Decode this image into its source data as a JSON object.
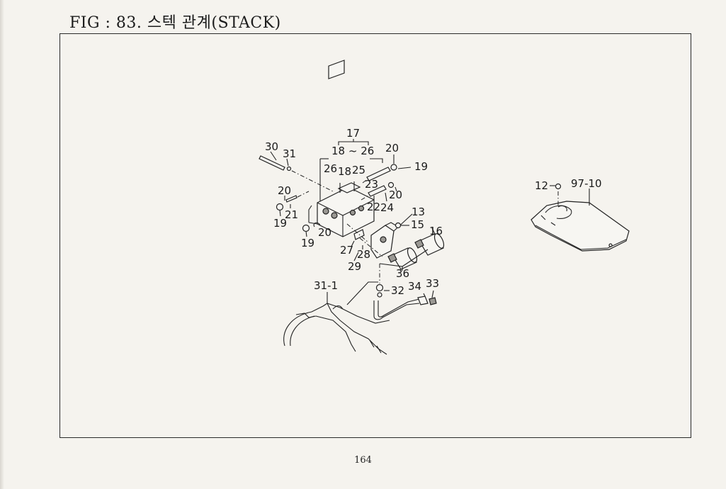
{
  "figure": {
    "title": "FIG : 83. 스텍 관계(STACK)",
    "page_number": "164"
  },
  "callouts": {
    "c17": "17",
    "c18_26": "18 ~ 26",
    "c30": "30",
    "c31a": "31",
    "c26": "26",
    "c18": "18",
    "c25": "25",
    "c20a": "20",
    "c19a": "19",
    "c23": "23",
    "c20b": "20",
    "c22": "22",
    "c24": "24",
    "c20c": "20",
    "c21": "21",
    "c19b": "19",
    "c20d": "20",
    "c19c": "19",
    "c13": "13",
    "c15": "15",
    "c16": "16",
    "c27": "27",
    "c28": "28",
    "c29": "29",
    "c36": "36",
    "c31_1": "31-1",
    "c32": "32",
    "c34": "34",
    "c33": "33",
    "c12": "12",
    "c97_10": "97-10"
  }
}
